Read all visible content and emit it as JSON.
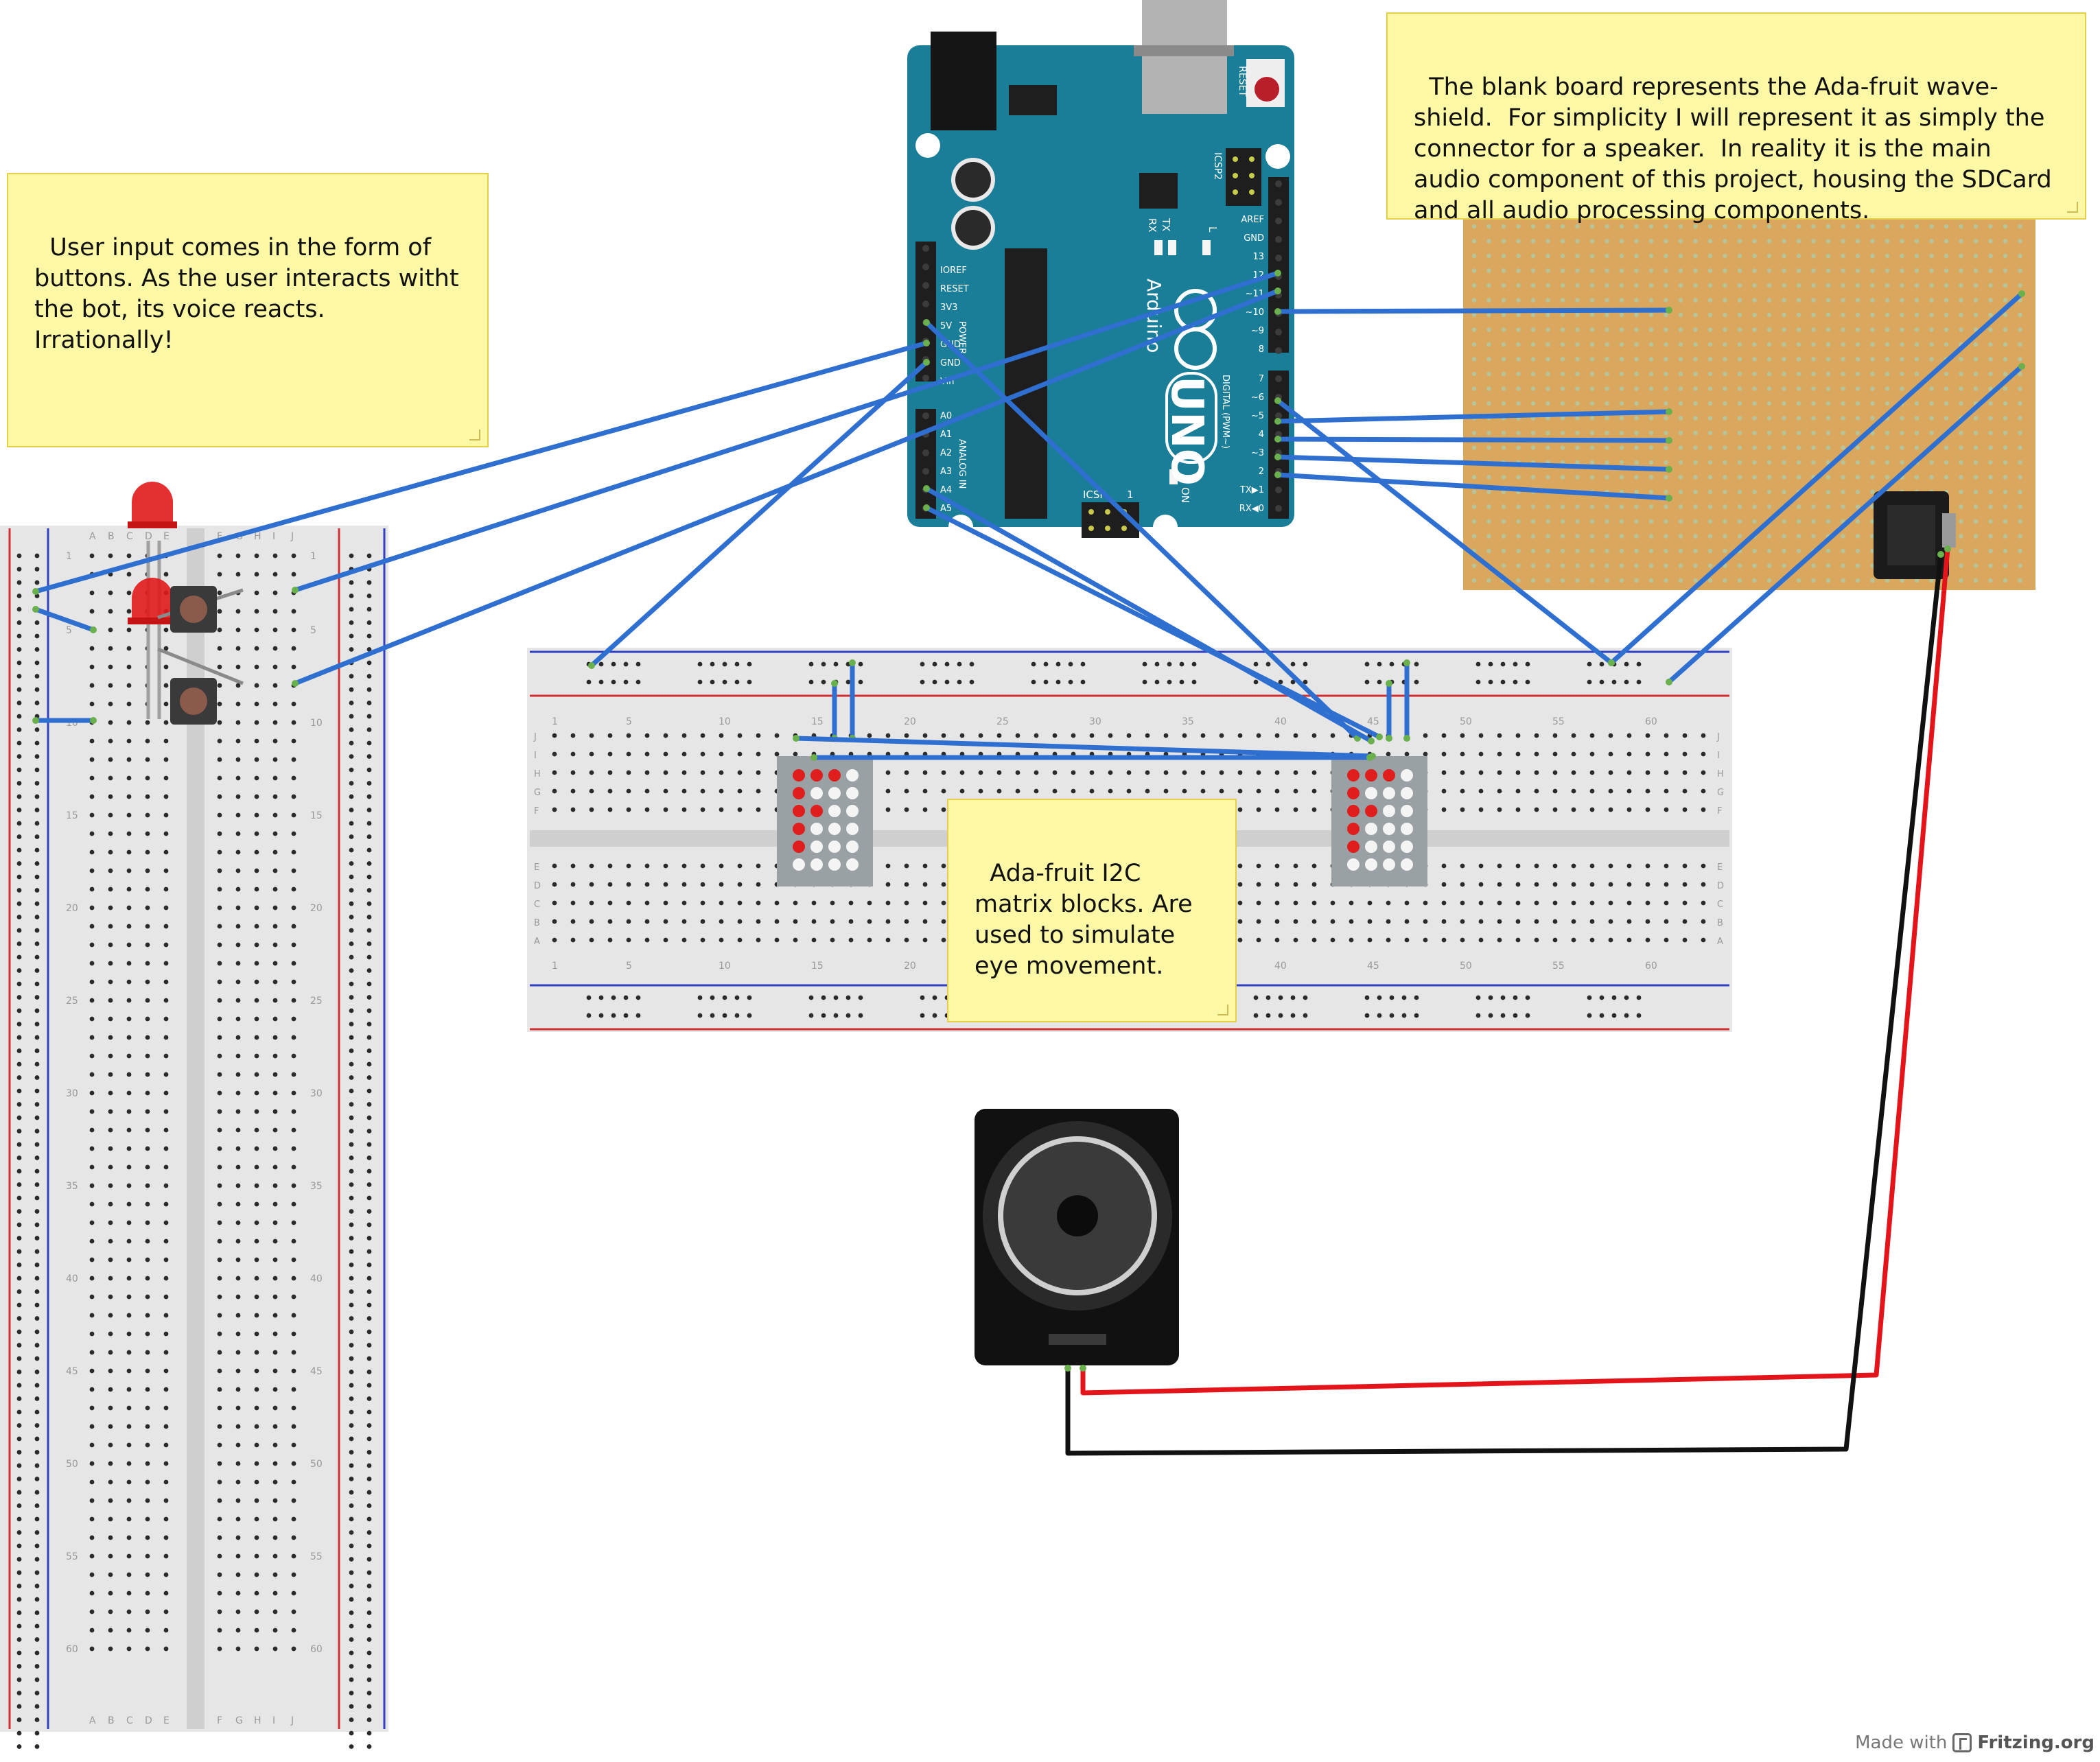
{
  "notes": {
    "user_input": "User input comes in the form of buttons. As the user interacts witht the bot, its voice reacts.  Irrationally!",
    "wave_shield": "The blank board represents the Ada-fruit wave-shield.  For simplicity I will represent it as simply the connector for a speaker.  In reality it is the main audio component of this project, housing the SDCard and all audio processing components.",
    "matrix": "Ada-fruit I2C matrix blocks. Are used to simulate eye movement."
  },
  "footer": {
    "made_with": "Made with",
    "brand": "Fritzing.org"
  },
  "arduino": {
    "reset_label": "RESET",
    "icsp2_label": "ICSP2",
    "icsp_label": "ICSP",
    "icsp_pin1": "1",
    "brand": "Arduino",
    "model": "UNO",
    "led_l": "L",
    "led_tx": "TX",
    "led_rx": "RX",
    "on_label": "ON",
    "digital_label": "DIGITAL (PWM~)",
    "power_label": "POWER",
    "analog_label": "ANALOG IN",
    "power_pins": [
      "IOREF",
      "RESET",
      "3V3",
      "5V",
      "GND",
      "GND",
      "Vin"
    ],
    "analog_pins": [
      "A0",
      "A1",
      "A2",
      "A3",
      "A4",
      "A5"
    ],
    "digital_pins_top": [
      "AREF",
      "GND",
      "13",
      "12",
      "~11",
      "~10",
      "~9",
      "8"
    ],
    "digital_pins_bottom": [
      "7",
      "~6",
      "~5",
      "4",
      "~3",
      "2",
      "TX▶1",
      "RX◀0"
    ]
  },
  "breadboard_vertical": {
    "column_letters_left": [
      "A",
      "B",
      "C",
      "D",
      "E"
    ],
    "column_letters_right": [
      "F",
      "G",
      "H",
      "I",
      "J"
    ],
    "row_numbers": [
      "1",
      "5",
      "10",
      "15",
      "20",
      "25",
      "30",
      "35",
      "40",
      "45",
      "50",
      "55",
      "60"
    ]
  },
  "breadboard_horizontal": {
    "row_letters_top": [
      "J",
      "I",
      "H",
      "G",
      "F"
    ],
    "row_letters_bottom": [
      "E",
      "D",
      "C",
      "B",
      "A"
    ],
    "column_numbers": [
      "1",
      "5",
      "10",
      "15",
      "20",
      "25",
      "30",
      "35",
      "40",
      "45",
      "50",
      "55",
      "60"
    ]
  },
  "colors": {
    "wire_blue": "#2f6fcf",
    "wire_red": "#e3141a",
    "wire_black": "#111111",
    "arduino_board": "#1a7e98",
    "perfboard": "#d9a85e",
    "breadboard": "#e6e6e6",
    "note_bg": "#fdf8a6",
    "led_red": "#e11a1a"
  }
}
